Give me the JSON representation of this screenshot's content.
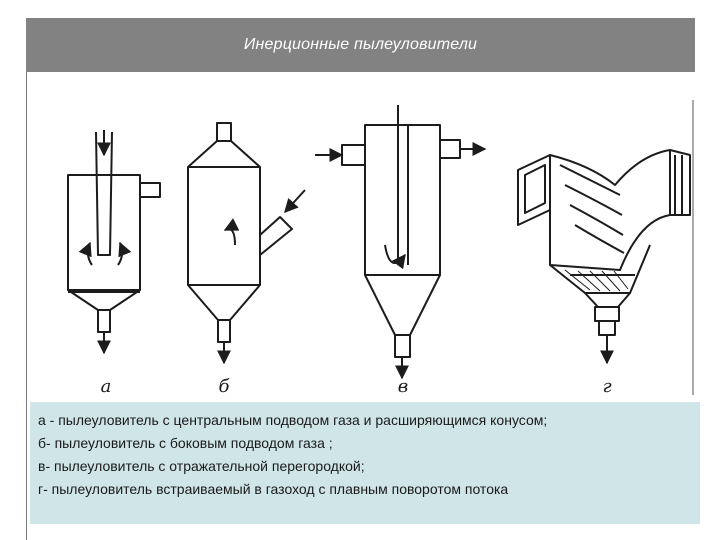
{
  "slide": {
    "title": "Инерционные пылеуловители"
  },
  "figure": {
    "labels": [
      "а",
      "б",
      "в",
      "г"
    ],
    "colors": {
      "ink": "#1c1c1c",
      "caption_bg": "#cfe5e8",
      "title_bg": "#828282"
    }
  },
  "caption": {
    "lines": [
      "а - пылеуловитель с центральным подводом газа и расширяющимся конусом;",
      "б- пылеуловитель с боковым подводом газа ;",
      "в- пылеуловитель с отражательной перегородкой;",
      "г- пылеуловитель встраиваемый в газоход с плавным поворотом потока"
    ]
  }
}
